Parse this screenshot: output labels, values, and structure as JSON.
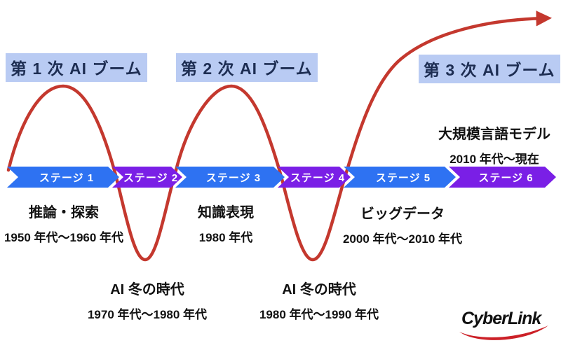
{
  "booms": [
    {
      "label": "第 1 次 AI ブーム"
    },
    {
      "label": "第 2 次 AI ブーム"
    },
    {
      "label": "第 3 次 AI ブーム"
    }
  ],
  "stages": [
    {
      "label": "ステージ 1",
      "color": "#2E72F2"
    },
    {
      "label": "ステージ 2",
      "color": "#7A1FE6"
    },
    {
      "label": "ステージ 3",
      "color": "#2E72F2"
    },
    {
      "label": "ステージ 4",
      "color": "#7A1FE6"
    },
    {
      "label": "ステージ 5",
      "color": "#2E72F2"
    },
    {
      "label": "ステージ 6",
      "color": "#7A1FE6"
    }
  ],
  "eras": [
    {
      "title": "推論・探索",
      "period": "1950 年代〜1960 年代"
    },
    {
      "title": "知識表現",
      "period": "1980 年代"
    },
    {
      "title": "ビッグデータ",
      "period": "2000 年代〜2010 年代"
    },
    {
      "title": "大規模言語モデル",
      "period": "2010 年代〜現在"
    }
  ],
  "winters": [
    {
      "title": "AI 冬の時代",
      "period": "1970 年代〜1980 年代"
    },
    {
      "title": "AI 冬の時代",
      "period": "1980 年代〜1990 年代"
    }
  ],
  "logo": {
    "text": "CyberLink"
  },
  "colors": {
    "stage_blue": "#2E72F2",
    "stage_purple": "#7A1FE6",
    "highlight": "#B9CBF3",
    "curve_red": "#C4382E",
    "title_navy": "#1D2D52",
    "logo_red": "#CC2027",
    "text_black": "#111111"
  }
}
